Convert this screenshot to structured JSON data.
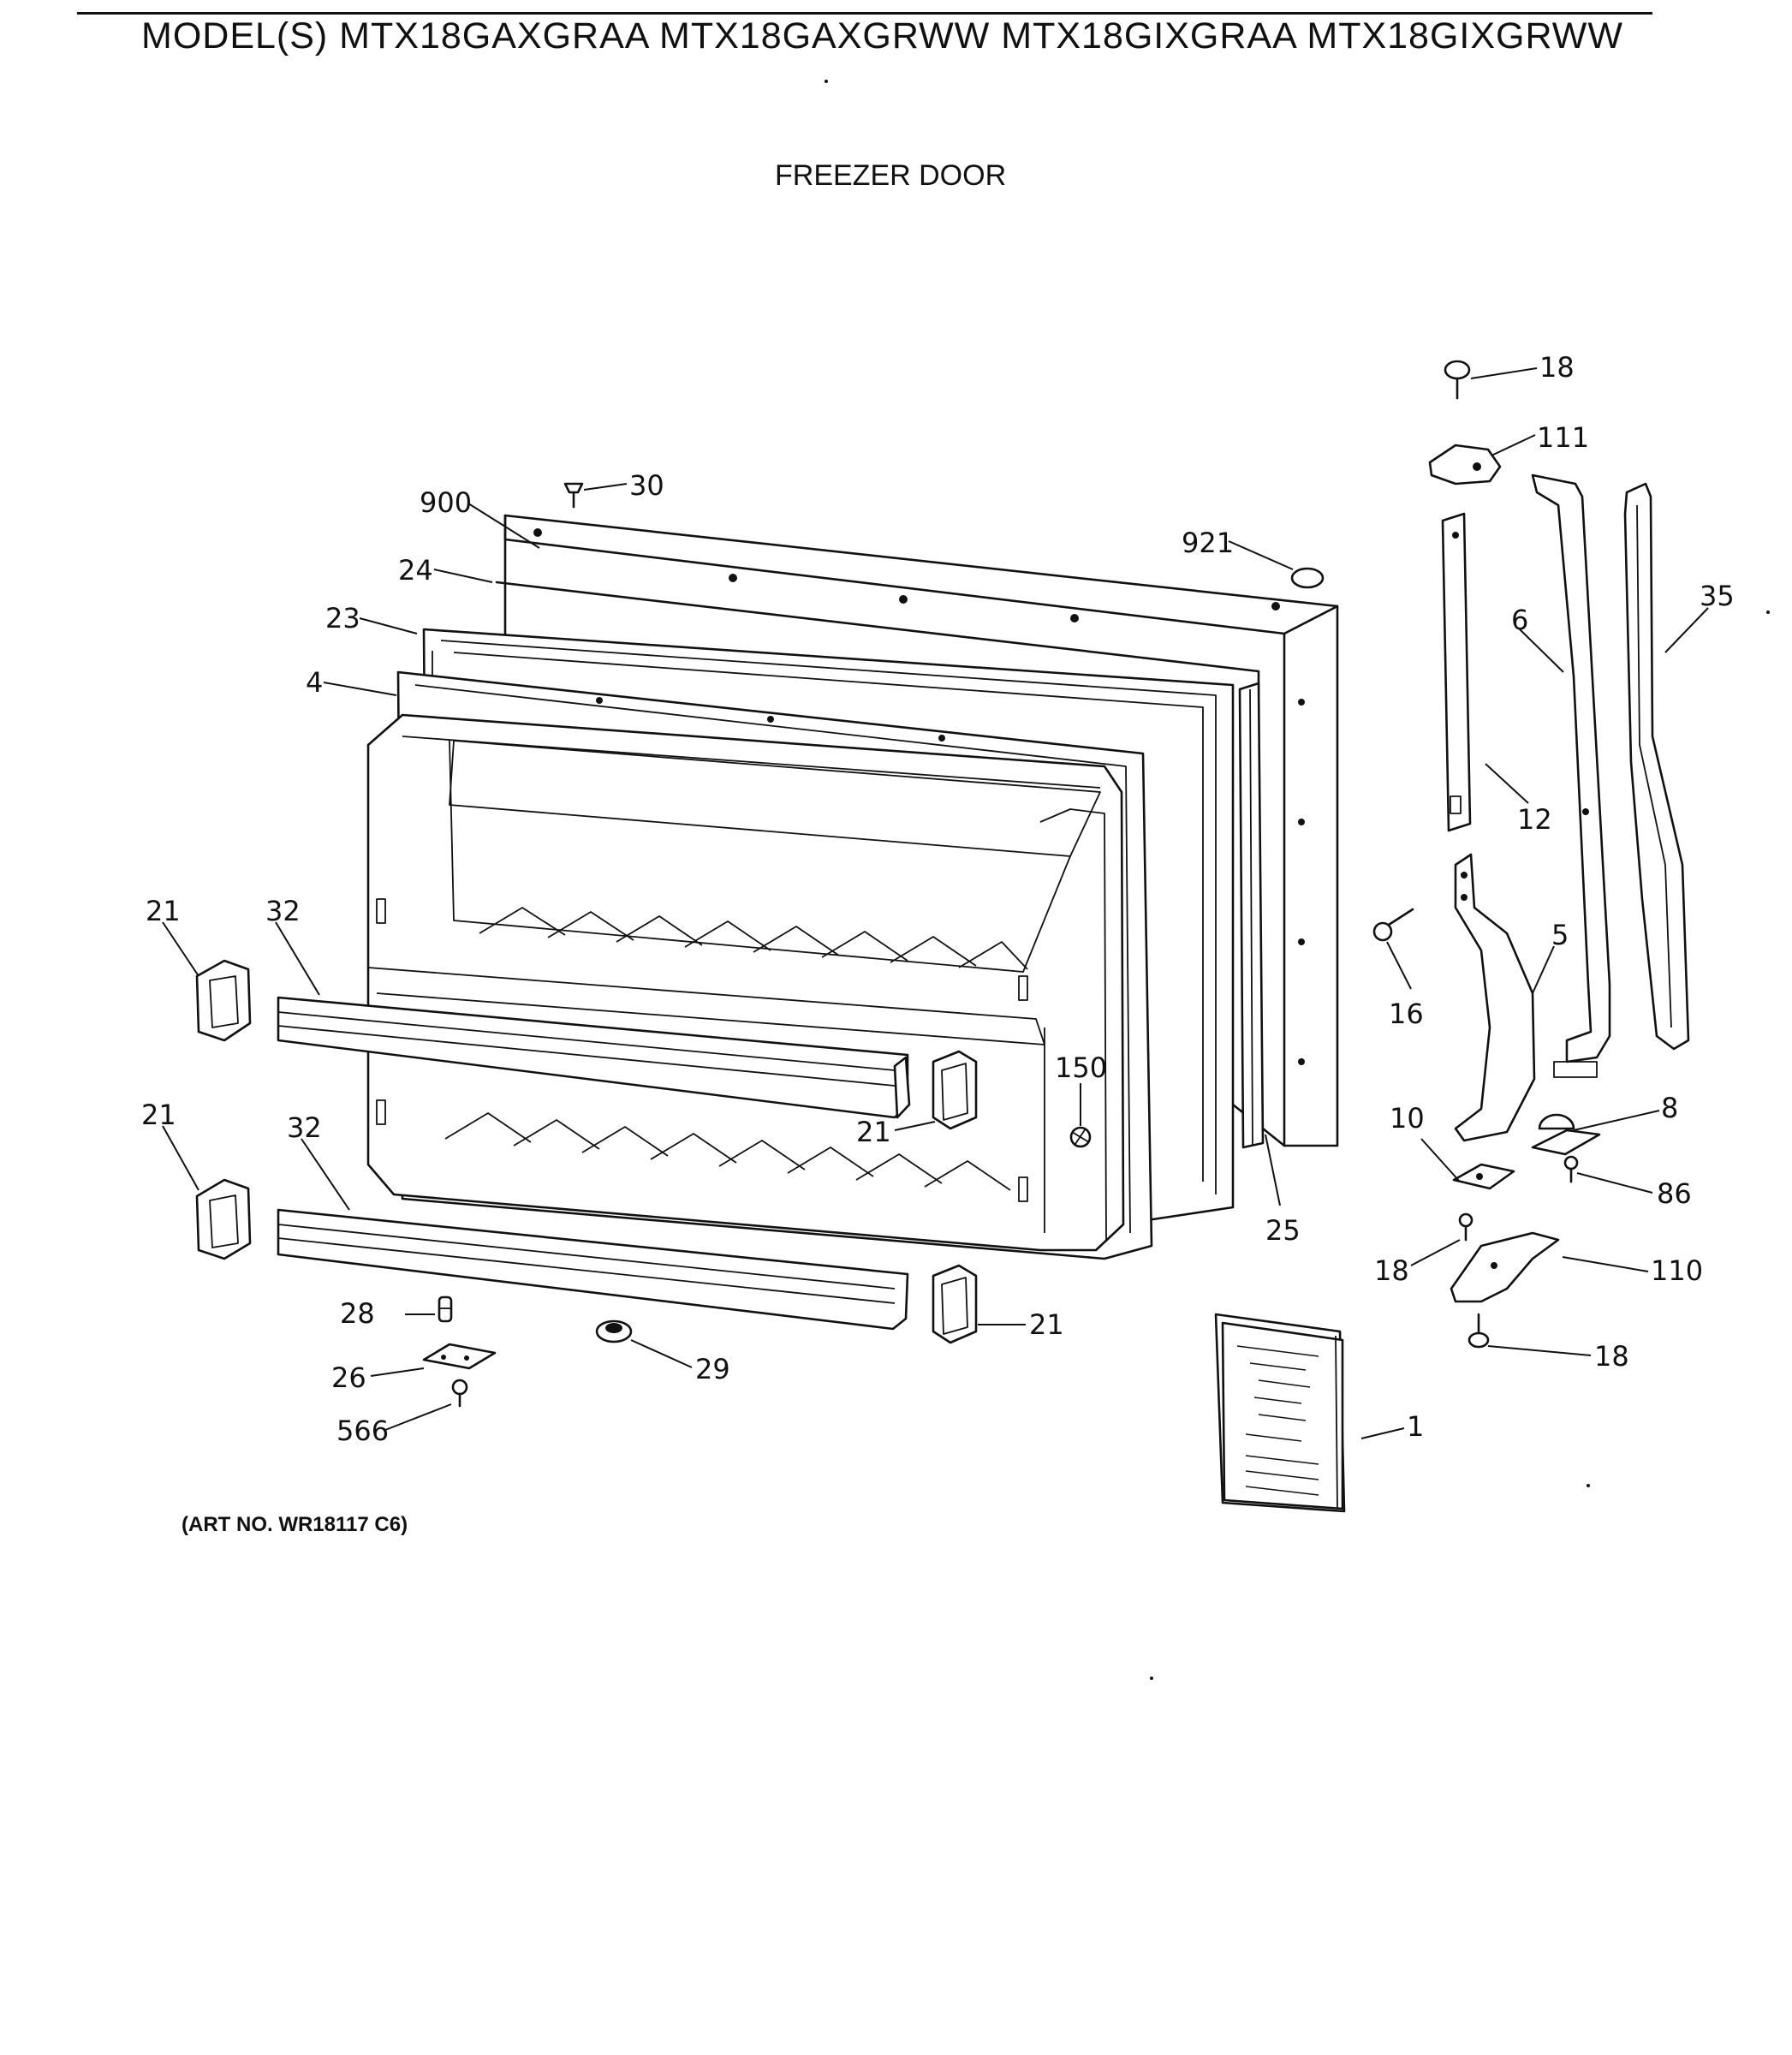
{
  "header": {
    "models": "MODEL(S) MTX18GAXGRAA  MTX18GAXGRWW  MTX18GIXGRAA  MTX18GIXGRWW",
    "section_title": "FREEZER DOOR"
  },
  "footer": {
    "art_number": "(ART NO. WR18117 C6)"
  },
  "callouts": {
    "c18_top": "18",
    "c111": "111",
    "c30": "30",
    "c900": "900",
    "c921": "921",
    "c24": "24",
    "c35": "35",
    "c23": "23",
    "c6": "6",
    "c4": "4",
    "c12": "12",
    "c21_a": "21",
    "c32_a": "32",
    "c5": "5",
    "c16": "16",
    "c150": "150",
    "c21_b": "21",
    "c32_b": "32",
    "c21_c": "21",
    "c10": "10",
    "c8": "8",
    "c86": "86",
    "c25": "25",
    "c18_mid": "18",
    "c110": "110",
    "c28": "28",
    "c21_d": "21",
    "c18_low": "18",
    "c26": "26",
    "c29": "29",
    "c566": "566",
    "c1": "1"
  }
}
